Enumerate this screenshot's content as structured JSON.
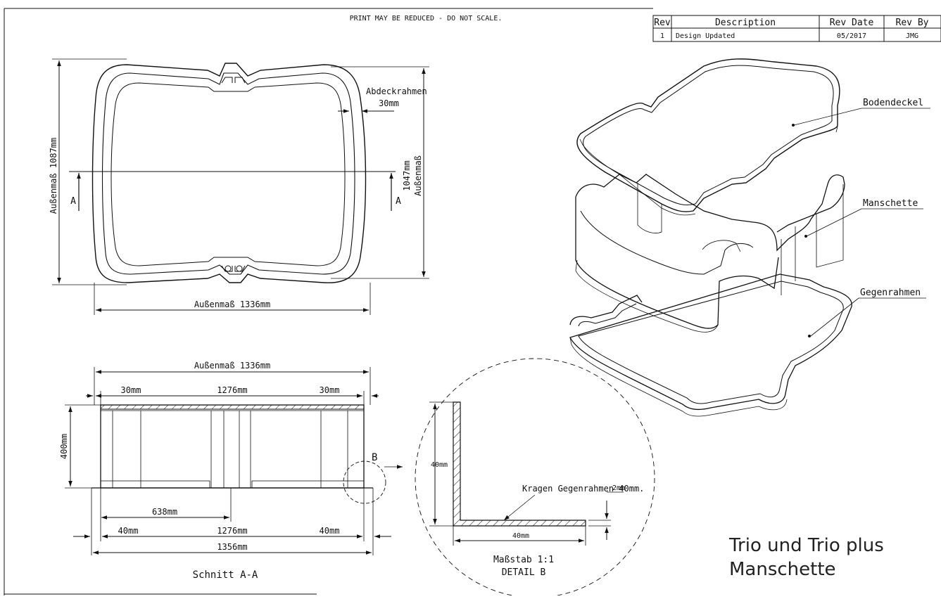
{
  "header": {
    "notice": "PRINT MAY BE REDUCED  -  DO NOT SCALE."
  },
  "revision_table": {
    "headers": [
      "Rev",
      "Description",
      "Rev Date",
      "Rev By"
    ],
    "rows": [
      {
        "rev": "1",
        "description": "Design Updated",
        "date": "05/2017",
        "by": "JMG"
      }
    ]
  },
  "top_view": {
    "outer_width": "Außenmaß 1336mm",
    "outer_height": "Außenmaß 1087mm",
    "inner_height_value": "1047mm",
    "inner_height_label": "Außenmaß",
    "frame_label": "Abdeckrahmen",
    "frame_width": "30mm",
    "section_marker": "A"
  },
  "section_view": {
    "title": "Schnitt A-A",
    "top_total": "Außenmaß 1336mm",
    "top_left": "30mm",
    "top_middle": "1276mm",
    "top_right": "30mm",
    "height": "400mm",
    "half": "638mm",
    "bottom_left": "40mm",
    "bottom_middle": "1276mm",
    "bottom_right": "40mm",
    "bottom_total": "1356mm",
    "detail_marker": "B"
  },
  "detail_b": {
    "height": "40mm",
    "width": "40mm",
    "thickness": "2mm",
    "collar_label": "Kragen Gegenrahmen 40mm.",
    "scale": "Maßstab 1:1",
    "title": "DETAIL B"
  },
  "iso_view": {
    "labels": [
      "Bodendeckel",
      "Manschette",
      "Gegenrahmen"
    ]
  },
  "title_block": {
    "line1": "Trio und Trio plus",
    "line2": "Manschette"
  }
}
